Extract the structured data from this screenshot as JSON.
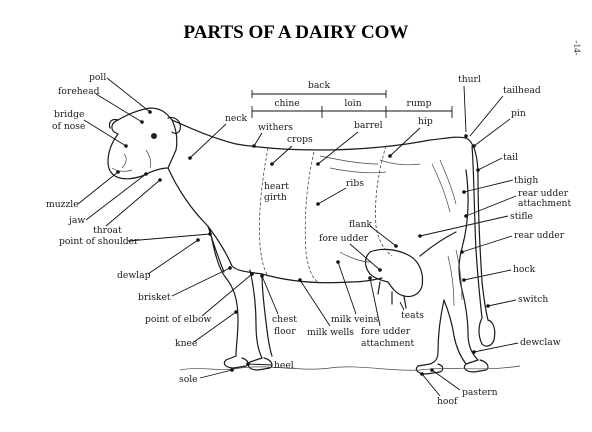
{
  "title": "PARTS OF A DAIRY COW",
  "page_number": "-14-",
  "labels": {
    "back": "back",
    "chine": "chine",
    "loin": "loin",
    "rump": "rump",
    "thurl": "thurl",
    "tailhead": "tailhead",
    "pin": "pin",
    "tail": "tail",
    "thigh": "thigh",
    "rear_udder_attachment_1": "rear udder",
    "rear_udder_attachment_2": "attachment",
    "stifle": "stifle",
    "rear_udder": "rear udder",
    "hock": "hock",
    "switch": "switch",
    "dewclaw": "dewclaw",
    "pastern": "pastern",
    "hoof": "hoof",
    "poll": "poll",
    "forehead": "forehead",
    "bridge_of_nose_1": "bridge",
    "bridge_of_nose_2": "of nose",
    "neck": "neck",
    "withers": "withers",
    "crops": "crops",
    "barrel": "barrel",
    "hip": "hip",
    "muzzle": "muzzle",
    "jaw": "jaw",
    "throat": "throat",
    "point_of_shoulder": "point of shoulder",
    "heart_girth_1": "heart",
    "heart_girth_2": "girth",
    "ribs": "ribs",
    "flank": "flank",
    "fore_udder": "fore udder",
    "dewlap": "dewlap",
    "brisket": "brisket",
    "point_of_elbow": "point of elbow",
    "knee": "knee",
    "chest_floor_1": "chest",
    "chest_floor_2": "floor",
    "milk_wells": "milk wells",
    "milk_veins": "milk veins",
    "fore_udder_attachment_1": "fore udder",
    "fore_udder_attachment_2": "attachment",
    "teats": "teats",
    "heel": "heel",
    "sole": "sole"
  }
}
